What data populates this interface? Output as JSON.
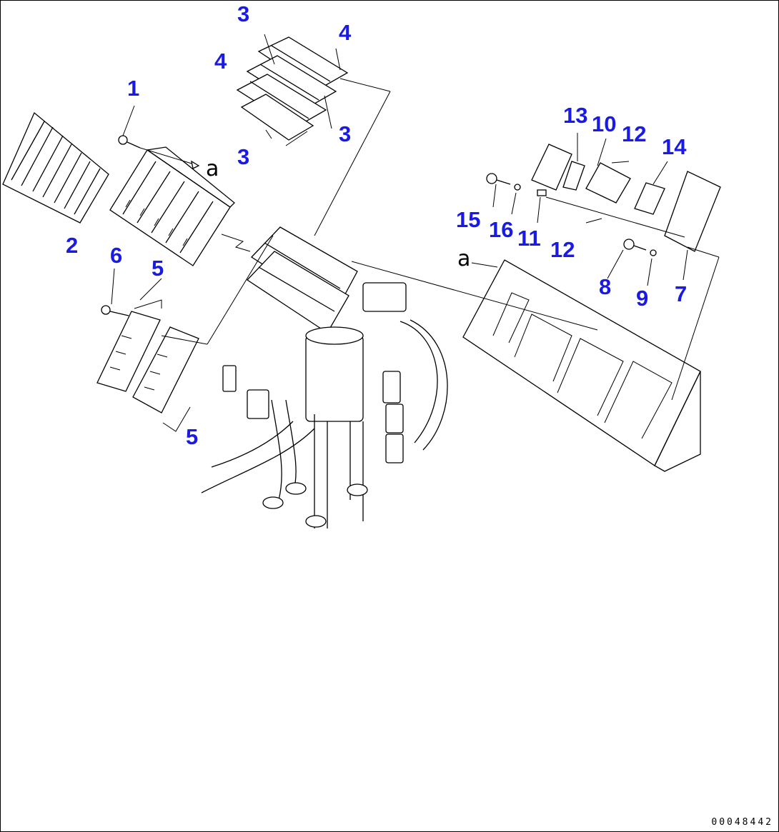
{
  "callouts": [
    {
      "label": "1"
    },
    {
      "label": "2"
    },
    {
      "label": "3"
    },
    {
      "label": "3"
    },
    {
      "label": "3"
    },
    {
      "label": "4"
    },
    {
      "label": "4"
    },
    {
      "label": "5"
    },
    {
      "label": "5"
    },
    {
      "label": "6"
    },
    {
      "label": "7"
    },
    {
      "label": "8"
    },
    {
      "label": "9"
    },
    {
      "label": "10"
    },
    {
      "label": "11"
    },
    {
      "label": "12"
    },
    {
      "label": "12"
    },
    {
      "label": "13"
    },
    {
      "label": "14"
    },
    {
      "label": "15"
    },
    {
      "label": "16"
    }
  ],
  "reference_letters": [
    "a",
    "a"
  ],
  "drawing_number": "00048442",
  "colors": {
    "callout": "#1a1ae6",
    "line": "#000000",
    "background": "#ffffff"
  }
}
